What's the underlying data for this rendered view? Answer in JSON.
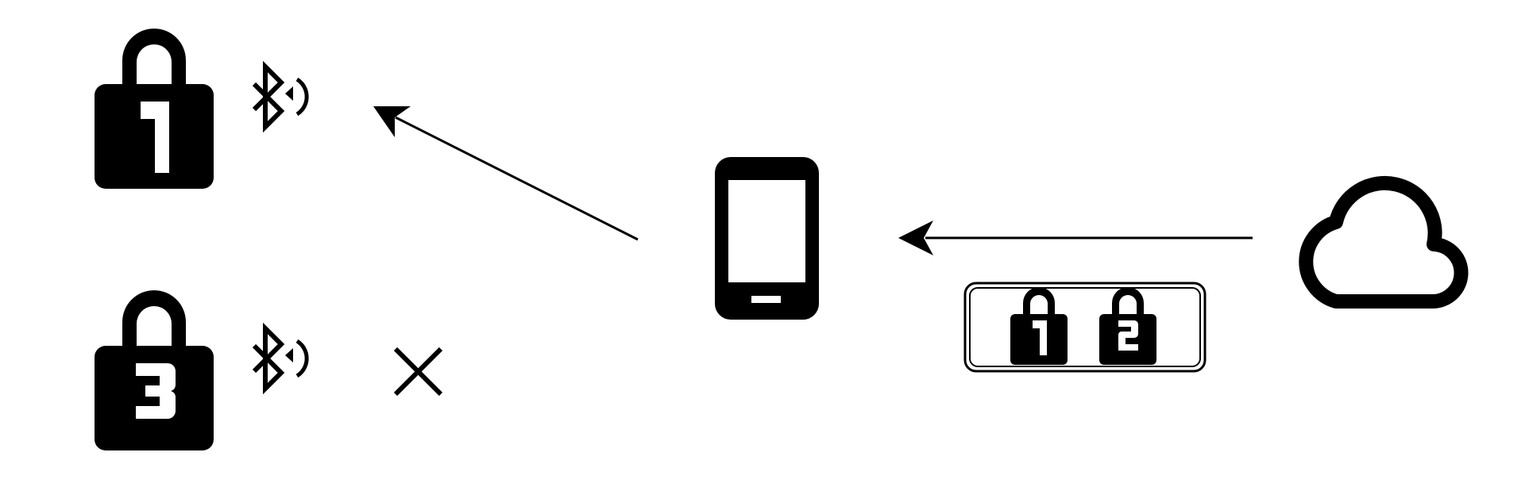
{
  "diagram": {
    "colors": {
      "ink": "#000000",
      "paper": "#ffffff"
    },
    "locks": [
      {
        "id": "lock-1",
        "digit": "1",
        "icon": "padlock-icon",
        "signal": "bluetooth-signal-icon",
        "status": "connected"
      },
      {
        "id": "lock-3",
        "digit": "3",
        "icon": "padlock-icon",
        "signal": "bluetooth-signal-icon",
        "status": "failed",
        "status_icon": "cross-icon"
      }
    ],
    "phone": {
      "icon": "smartphone-icon"
    },
    "cloud": {
      "icon": "cloud-icon"
    },
    "access_list": {
      "icon": "key-list-card",
      "locks": [
        "1",
        "2"
      ]
    },
    "arrows": [
      {
        "from": "phone",
        "to": "lock-1"
      },
      {
        "from": "cloud",
        "to": "phone"
      }
    ]
  }
}
